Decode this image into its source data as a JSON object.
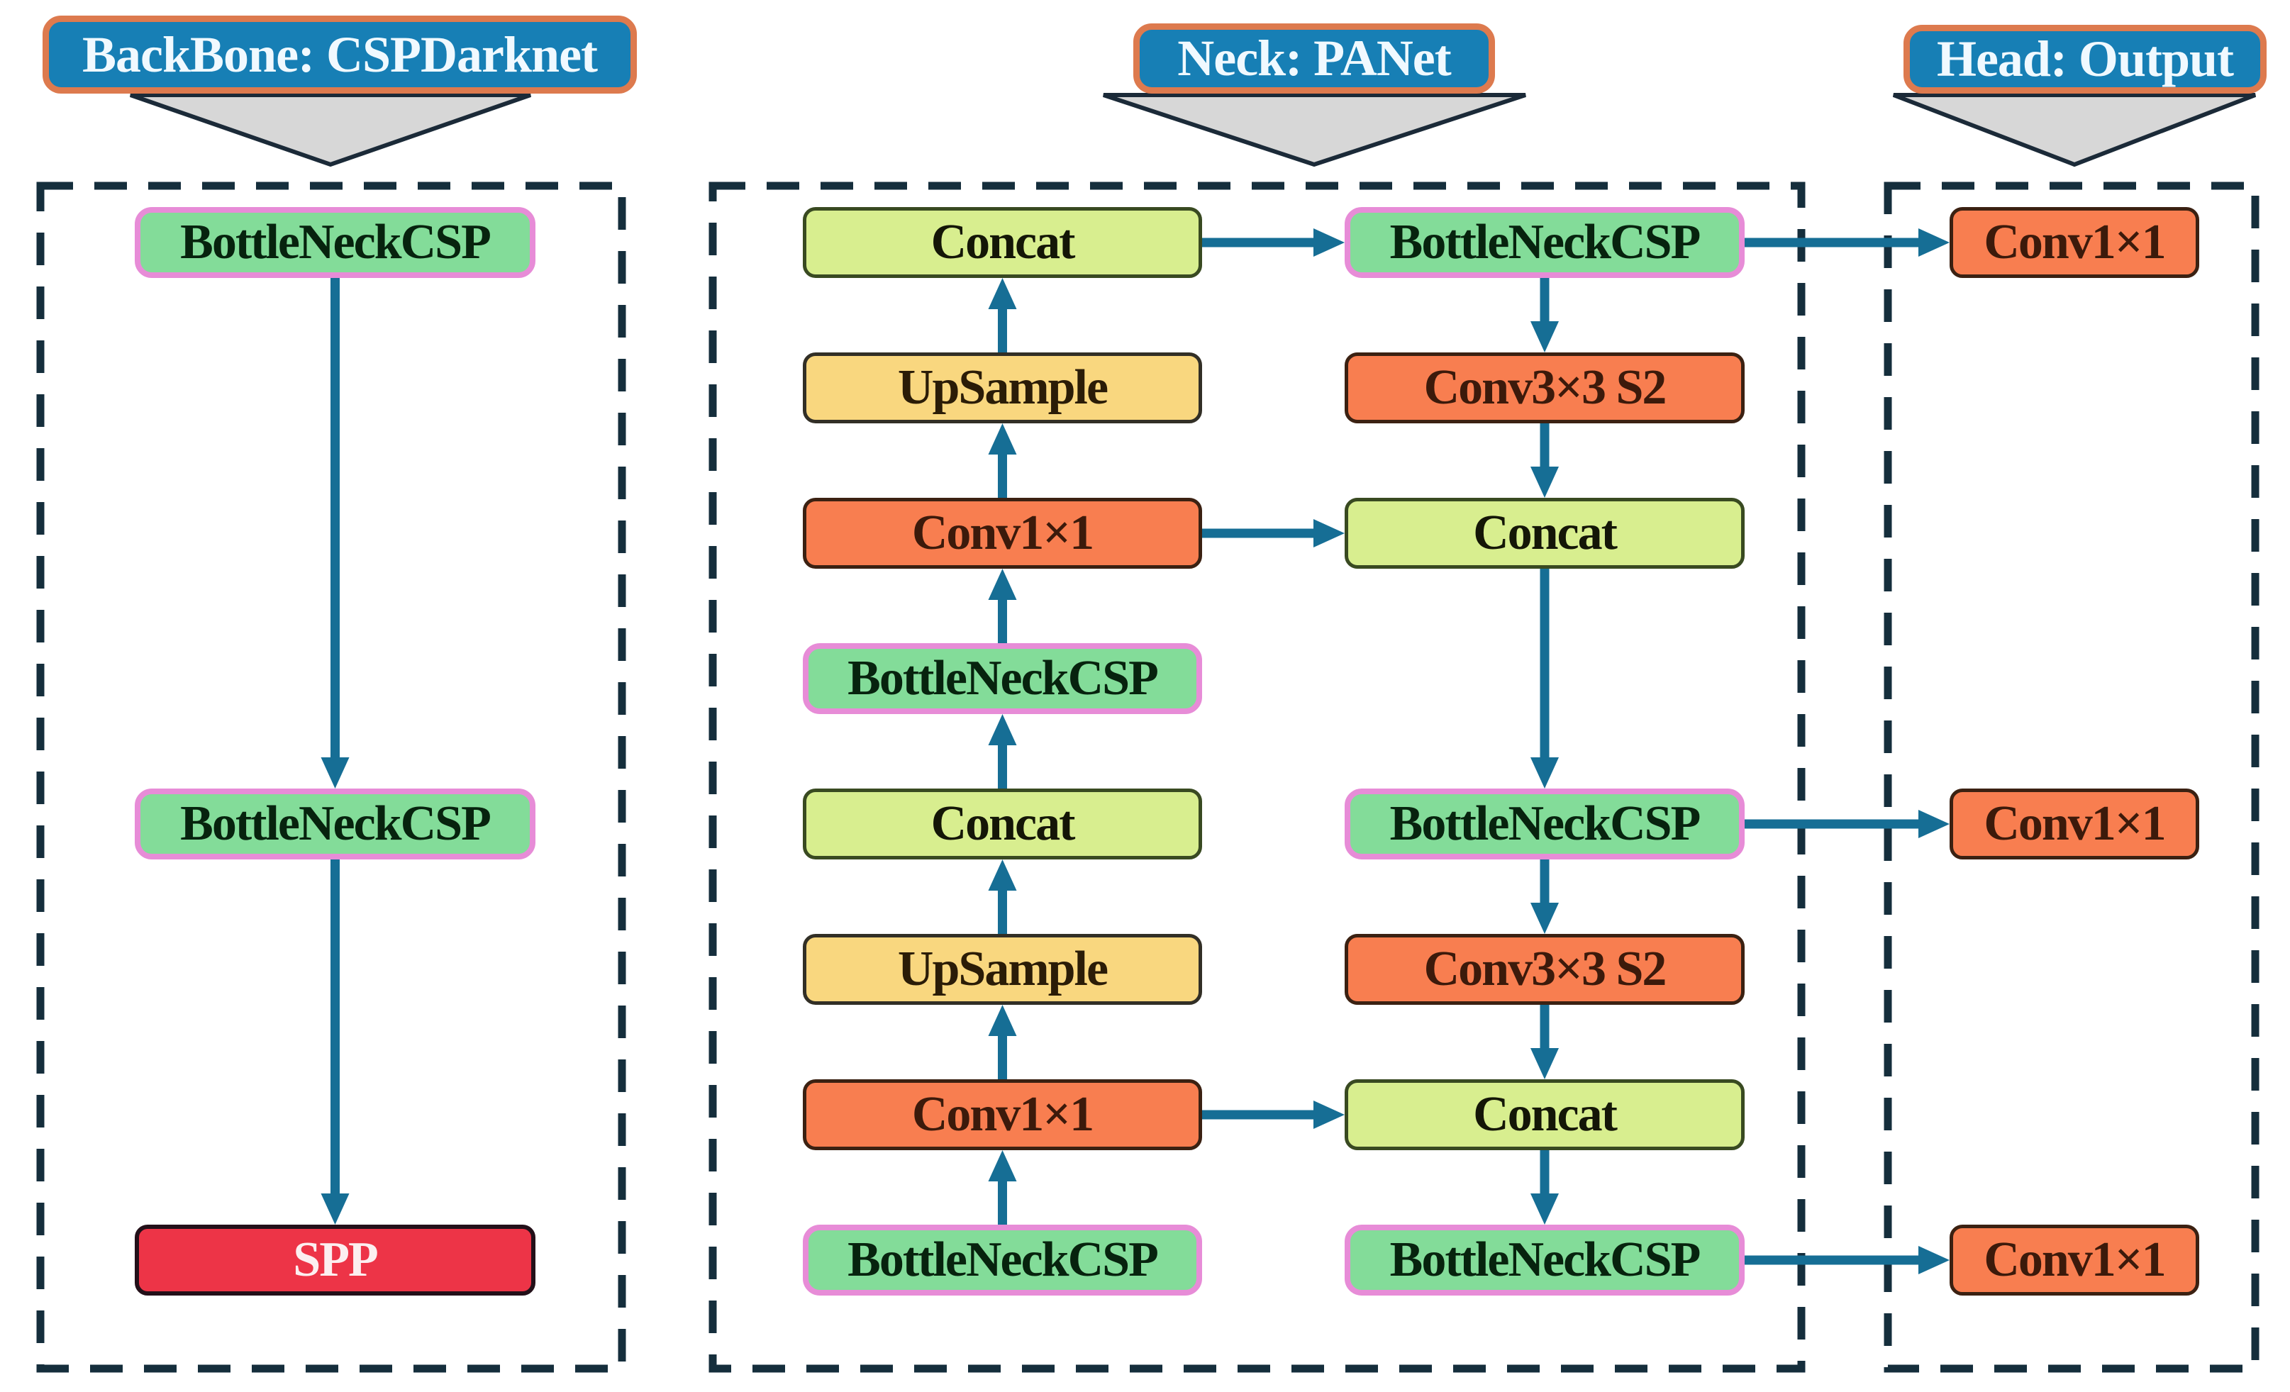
{
  "sections": {
    "backbone": {
      "label": "BackBone: CSPDarknet"
    },
    "neck": {
      "label": "Neck: PANet"
    },
    "head": {
      "label": "Head: Output"
    }
  },
  "colors": {
    "header-fill": "#177fb5",
    "header-border": "#dd7a4e",
    "header-text": "#f0f9ff",
    "triangle-fill": "#d7d7d7",
    "triangle-stroke": "#1b2a38",
    "dash-border": "#152e3c",
    "arrow": "#166e95",
    "bottleneck-fill": "#83dc99",
    "bottleneck-border": "#e78cd7",
    "bottleneck-text": "#07230e",
    "concat-fill": "#d8ee8f",
    "concat-border": "#394a21",
    "concat-text": "#141607",
    "upsample-fill": "#f9d77f",
    "upsample-border": "#322f26",
    "upsample-text": "#2b1c07",
    "conv-fill": "#f87e50",
    "conv-border": "#3b2112",
    "conv-text": "#3c1a0b",
    "spp-fill": "#ed3447",
    "spp-border": "#231019",
    "spp-text": "#fceff0"
  },
  "nodes": [
    {
      "id": "bb1",
      "label": "BottleNeckCSP",
      "type": "bottleneck",
      "col": "backbone",
      "row": "r1"
    },
    {
      "id": "bb2",
      "label": "BottleNeckCSP",
      "type": "bottleneck",
      "col": "backbone",
      "row": "r5"
    },
    {
      "id": "spp",
      "label": "SPP",
      "type": "spp",
      "col": "backbone",
      "row": "r8"
    },
    {
      "id": "nl1",
      "label": "Concat",
      "type": "concat",
      "col": "neckL",
      "row": "r1"
    },
    {
      "id": "nl2",
      "label": "UpSample",
      "type": "upsample",
      "col": "neckL",
      "row": "r2"
    },
    {
      "id": "nl3",
      "label": "Conv1×1",
      "type": "conv",
      "col": "neckL",
      "row": "r3"
    },
    {
      "id": "nl4",
      "label": "BottleNeckCSP",
      "type": "bottleneck",
      "col": "neckL",
      "row": "r4"
    },
    {
      "id": "nl5",
      "label": "Concat",
      "type": "concat",
      "col": "neckL",
      "row": "r5"
    },
    {
      "id": "nl6",
      "label": "UpSample",
      "type": "upsample",
      "col": "neckL",
      "row": "r6"
    },
    {
      "id": "nl7",
      "label": "Conv1×1",
      "type": "conv",
      "col": "neckL",
      "row": "r7"
    },
    {
      "id": "nl8",
      "label": "BottleNeckCSP",
      "type": "bottleneck",
      "col": "neckL",
      "row": "r8"
    },
    {
      "id": "nr1",
      "label": "BottleNeckCSP",
      "type": "bottleneck",
      "col": "neckR",
      "row": "r1"
    },
    {
      "id": "nr2",
      "label": "Conv3×3 S2",
      "type": "conv",
      "col": "neckR",
      "row": "r2"
    },
    {
      "id": "nr3",
      "label": "Concat",
      "type": "concat",
      "col": "neckR",
      "row": "r3"
    },
    {
      "id": "nr5",
      "label": "BottleNeckCSP",
      "type": "bottleneck",
      "col": "neckR",
      "row": "r5"
    },
    {
      "id": "nr6",
      "label": "Conv3×3 S2",
      "type": "conv",
      "col": "neckR",
      "row": "r6"
    },
    {
      "id": "nr7",
      "label": "Concat",
      "type": "concat",
      "col": "neckR",
      "row": "r7"
    },
    {
      "id": "nr8",
      "label": "BottleNeckCSP",
      "type": "bottleneck",
      "col": "neckR",
      "row": "r8"
    },
    {
      "id": "h1",
      "label": "Conv1×1",
      "type": "conv",
      "col": "head",
      "row": "r1"
    },
    {
      "id": "h5",
      "label": "Conv1×1",
      "type": "conv",
      "col": "head",
      "row": "r5"
    },
    {
      "id": "h8",
      "label": "Conv1×1",
      "type": "conv",
      "col": "head",
      "row": "r8"
    }
  ],
  "edges": [
    {
      "from": "bb1",
      "to": "bb2"
    },
    {
      "from": "bb2",
      "to": "spp"
    },
    {
      "from": "nl8",
      "to": "nl7"
    },
    {
      "from": "nl7",
      "to": "nl6"
    },
    {
      "from": "nl6",
      "to": "nl5"
    },
    {
      "from": "nl5",
      "to": "nl4"
    },
    {
      "from": "nl4",
      "to": "nl3"
    },
    {
      "from": "nl3",
      "to": "nl2"
    },
    {
      "from": "nl2",
      "to": "nl1"
    },
    {
      "from": "nl1",
      "to": "nr1"
    },
    {
      "from": "nl3",
      "to": "nr3"
    },
    {
      "from": "nl7",
      "to": "nr7"
    },
    {
      "from": "nr1",
      "to": "nr2"
    },
    {
      "from": "nr2",
      "to": "nr3"
    },
    {
      "from": "nr3",
      "to": "nr5"
    },
    {
      "from": "nr5",
      "to": "nr6"
    },
    {
      "from": "nr6",
      "to": "nr7"
    },
    {
      "from": "nr7",
      "to": "nr8"
    },
    {
      "from": "nr1",
      "to": "h1"
    },
    {
      "from": "nr5",
      "to": "h5"
    },
    {
      "from": "nr8",
      "to": "h8"
    }
  ]
}
